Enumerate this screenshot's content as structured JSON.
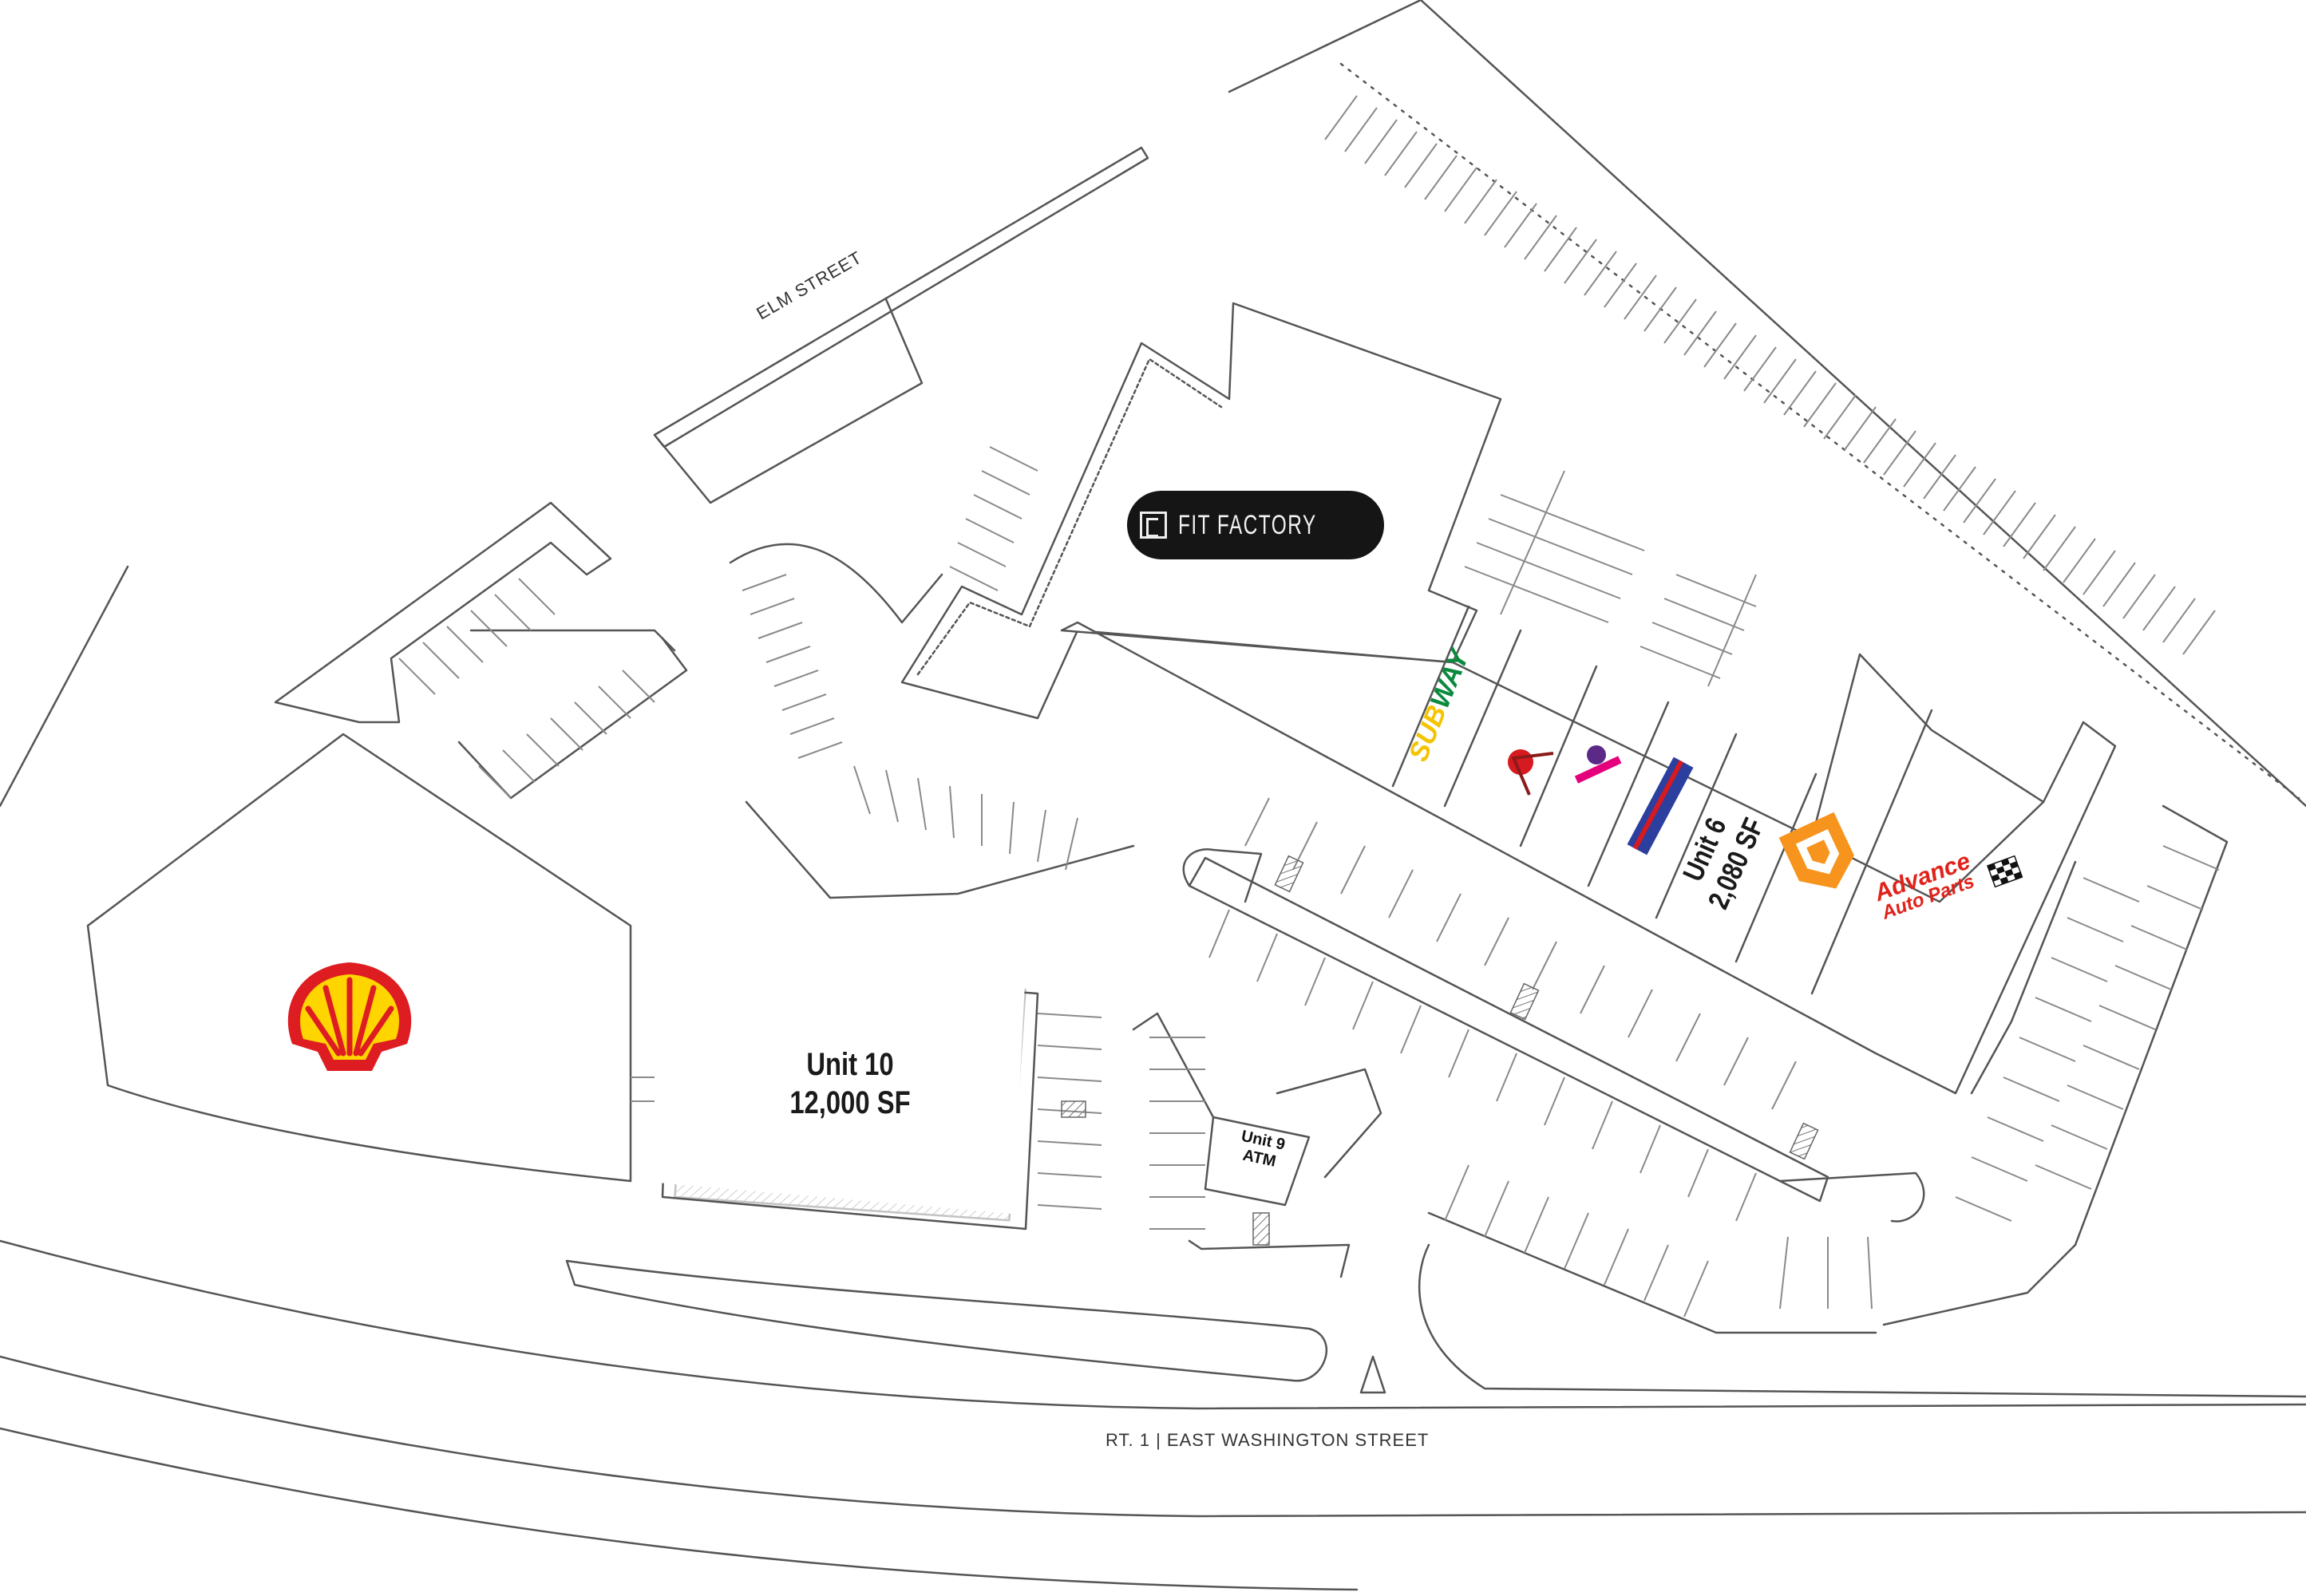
{
  "streets": {
    "elm": "ELM STREET",
    "route": "RT. 1  |  EAST WASHINGTON STREET"
  },
  "units": {
    "unit10": {
      "name": "Unit 10",
      "size": "12,000 SF"
    },
    "unit9": {
      "name": "Unit 9",
      "note": "ATM"
    },
    "unit6": {
      "name": "Unit 6",
      "size": "2,080 SF"
    }
  },
  "tenants": {
    "fit_factory": "FIT FACTORY",
    "subway_a": "SUB",
    "subway_b": "WAY",
    "advance_1": "Advance",
    "advance_2": "Auto Parts"
  },
  "colors": {
    "shell_red": "#dd1d21",
    "shell_yellow": "#ffd500",
    "subway_yellow": "#f5c400",
    "subway_green": "#0a8a3d",
    "advance_red": "#e0221a",
    "orange_brand": "#f7941d",
    "lines": "#555555"
  },
  "icons": [
    "shell-logo",
    "fit-factory-logo",
    "checkered-flag-icon",
    "accessible-parking-icon"
  ]
}
